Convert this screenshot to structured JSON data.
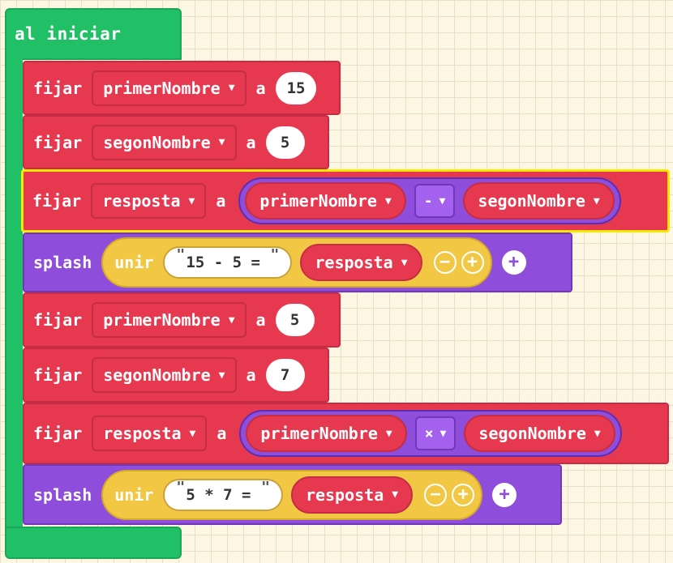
{
  "event": {
    "label": "al iniciar"
  },
  "blocks": [
    {
      "keyword": "fijar",
      "variable": "primerNombre",
      "to": "a",
      "value": "15"
    },
    {
      "keyword": "fijar",
      "variable": "segonNombre",
      "to": "a",
      "value": "5"
    },
    {
      "keyword": "fijar",
      "variable": "resposta",
      "to": "a",
      "left": "primerNombre",
      "op": "-",
      "right": "segonNombre"
    },
    {
      "keyword": "splash",
      "join": "unir",
      "text": "15 - 5 = ",
      "var": "resposta"
    },
    {
      "keyword": "fijar",
      "variable": "primerNombre",
      "to": "a",
      "value": "5"
    },
    {
      "keyword": "fijar",
      "variable": "segonNombre",
      "to": "a",
      "value": "7"
    },
    {
      "keyword": "fijar",
      "variable": "resposta",
      "to": "a",
      "left": "primerNombre",
      "op": "×",
      "right": "segonNombre"
    },
    {
      "keyword": "splash",
      "join": "unir",
      "text": "5 * 7 = ",
      "var": "resposta"
    }
  ],
  "icons": {
    "caret": "▼",
    "minus": "−",
    "plus": "+"
  },
  "colors": {
    "event": "#21bf66",
    "variables": "#e63950",
    "math": "#8e4ddb",
    "text": "#f2c744",
    "selected_outline": "#ffe700"
  }
}
